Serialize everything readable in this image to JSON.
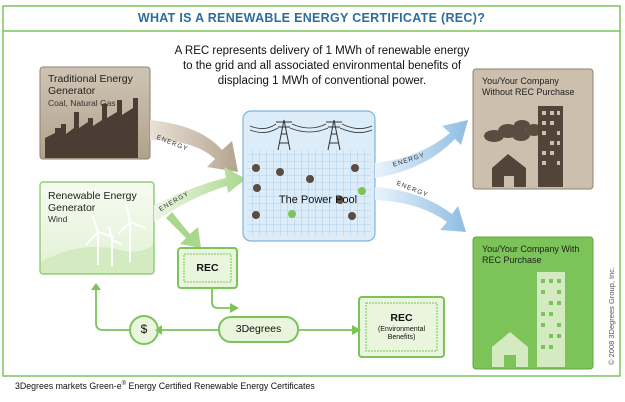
{
  "title": "WHAT IS A RENEWABLE ENERGY CERTIFICATE (REC)?",
  "intro": "A REC represents delivery of 1 MWh of renewable energy to the grid and all associated environmental benefits of displacing 1 MWh of conventional power.",
  "traditional": {
    "title": "Traditional Energy Generator",
    "subtitle": "Coal, Natural Gas"
  },
  "renewable": {
    "title": "Renewable Energy Generator",
    "subtitle": "Wind"
  },
  "pool": {
    "label": "The Power Pool"
  },
  "arrow_label": "ENERGY",
  "rec": {
    "label": "REC"
  },
  "rec_env": {
    "label": "REC",
    "sub": "(Environmental Benefits)"
  },
  "broker": {
    "label": "3Degrees"
  },
  "payment": {
    "label": "$"
  },
  "company_without": {
    "title": "You/Your Company Without REC Purchase"
  },
  "company_with": {
    "title": "You/Your Company With REC Purchase"
  },
  "footer": {
    "prefix": "3Degrees markets Green-e",
    "mark": "®",
    "suffix": " Energy Certified Renewable Energy Certificates"
  },
  "copyright": "© 2008 3Degrees Group, Inc.",
  "colors": {
    "title_blue": "#2b6e9e",
    "green": "#7cc35a",
    "light_green": "#e9f5dd",
    "tan": "#b9aa95",
    "brown": "#53443a",
    "pool_blue": "#cfe3f3"
  }
}
